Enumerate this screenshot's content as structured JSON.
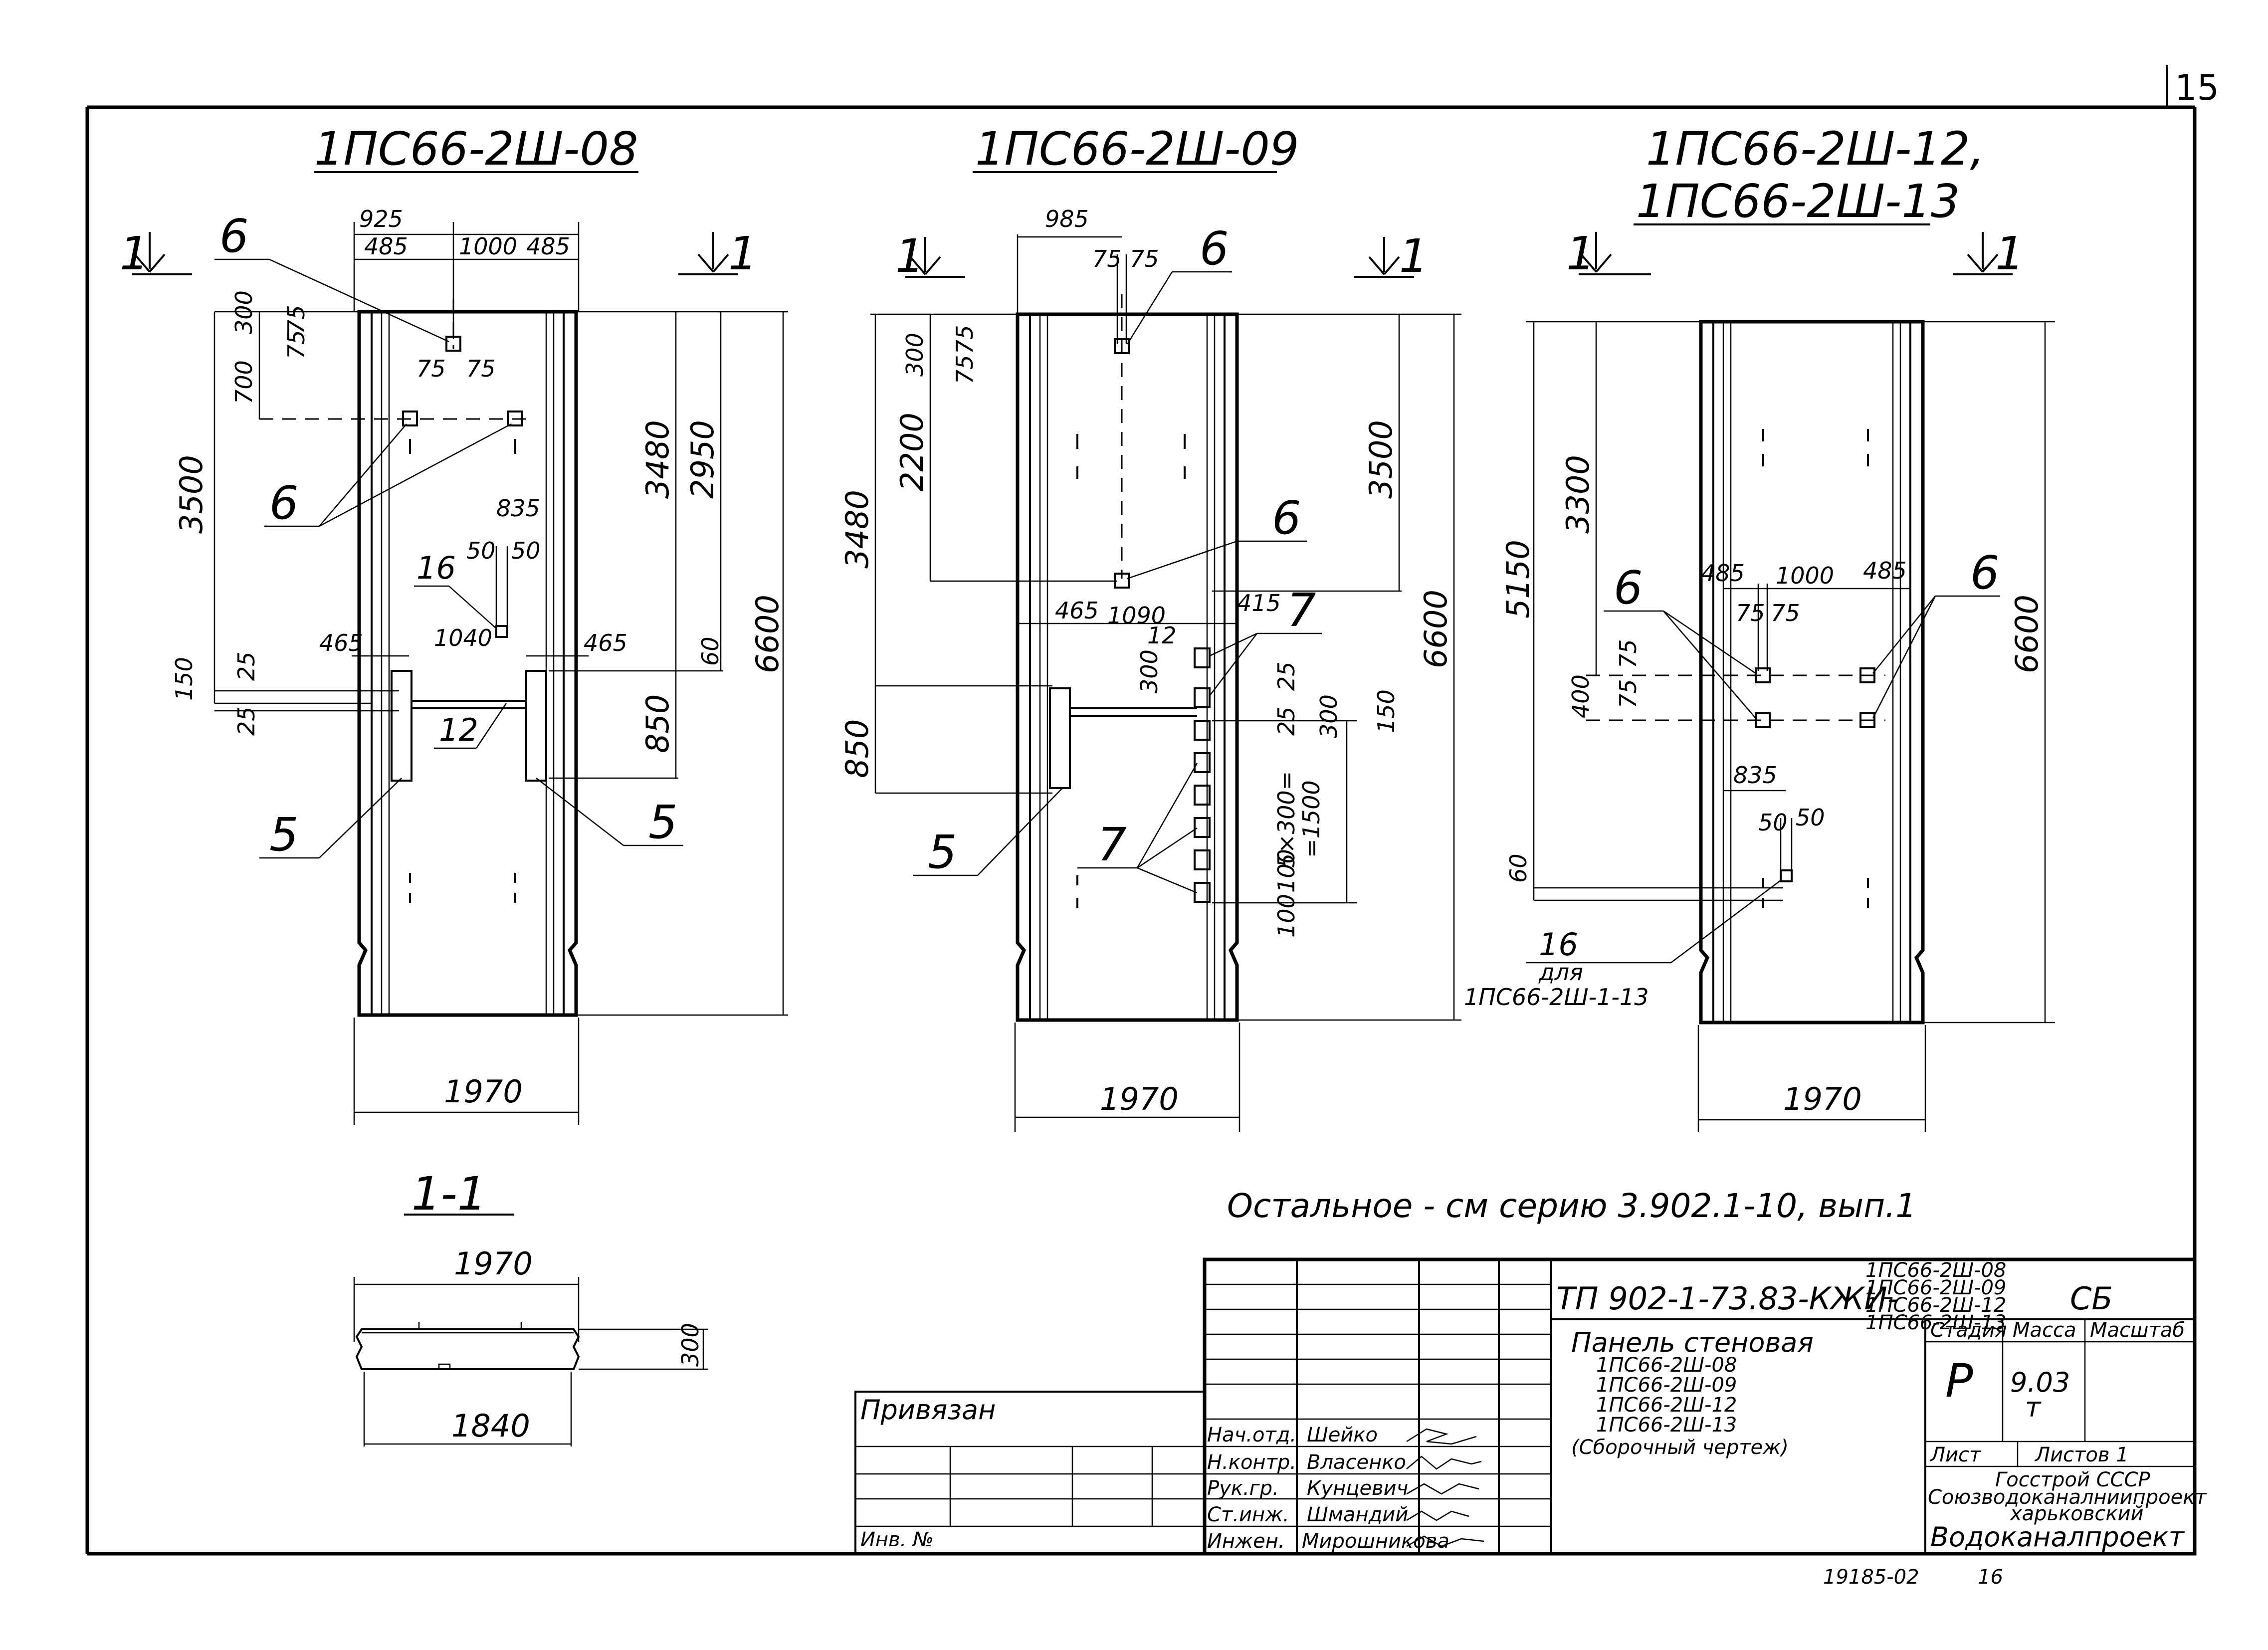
{
  "sheet": {
    "page_number": "15",
    "bottom_code": "19185-02",
    "bottom_page": "16"
  },
  "panels": [
    {
      "title": "1ПС66-2Ш-08",
      "section_mark_left": "1",
      "section_mark_right": "1",
      "dims": {
        "top_total": "925",
        "top_left": "485",
        "top_mid": "1000",
        "top_right": "485",
        "v300": "300",
        "v700": "700",
        "v3500": "3500",
        "v75a": "75",
        "v75b": "75",
        "h75a": "75",
        "h75b": "75",
        "v3480": "3480",
        "v2950": "2950",
        "v6600": "6600",
        "d835": "835",
        "d50a": "50",
        "d50b": "50",
        "d1040": "1040",
        "d465l": "465",
        "d465r": "465",
        "v60": "60",
        "v150": "150",
        "v25a": "25",
        "v25b": "25",
        "v850": "850",
        "bottom": "1970"
      },
      "marks": {
        "m6a": "6",
        "m6b": "6",
        "m16": "16",
        "m12": "12",
        "m5a": "5",
        "m5b": "5"
      }
    },
    {
      "title": "1ПС66-2Ш-09",
      "section_mark_left": "1",
      "section_mark_right": "1",
      "dims": {
        "top_total": "985",
        "h75a": "75",
        "h75b": "75",
        "v300": "300",
        "v75a": "75",
        "v75b": "75",
        "v2200": "2200",
        "v3480": "3480",
        "v3500": "3500",
        "v6600": "6600",
        "d465": "465",
        "d1090": "1090",
        "d415": "415",
        "d12": "12",
        "v300b": "300",
        "v25a": "25",
        "v25b": "25",
        "v300c": "300",
        "v150": "150",
        "v850": "850",
        "step": "5×300=",
        "step2": "=1500",
        "v100a": "100",
        "v100b": "100",
        "bottom": "1970"
      },
      "marks": {
        "m6a": "6",
        "m6b": "6",
        "m7a": "7",
        "m7b": "7",
        "m5": "5"
      }
    },
    {
      "title": "1ПС66-2Ш-12,",
      "title2": "1ПС66-2Ш-13",
      "section_mark_left": "1",
      "section_mark_right": "1",
      "dims": {
        "v3300": "3300",
        "v5150": "5150",
        "v6600": "6600",
        "d485l": "485",
        "d1000": "1000",
        "d485r": "485",
        "h75a": "75",
        "h75b": "75",
        "v75a": "75",
        "v75b": "75",
        "v400": "400",
        "d835": "835",
        "d50a": "50",
        "d50b": "50",
        "v60": "60",
        "bottom": "1970"
      },
      "marks": {
        "m6a": "6",
        "m6b": "6",
        "m16": "16",
        "note16a": "для",
        "note16b": "1ПС66-2Ш-1-13"
      }
    }
  ],
  "section": {
    "title": "1-1",
    "top": "1970",
    "bottom": "1840",
    "right": "300"
  },
  "note": "Остальное - см серию 3.902.1-10, вып.1",
  "titleblock": {
    "code": "ТП 902-1-73.83-КЖИ-",
    "code_items": [
      "1ПС66-2Ш-08",
      "1ПС66-2Ш-09",
      "1ПС66-2Ш-12",
      "1ПС66-2Ш-13"
    ],
    "code_suffix": "СБ",
    "name_lines": [
      "Панель стеновая",
      "1ПС66-2Ш-08",
      "1ПС66-2Ш-09",
      "1ПС66-2Ш-12",
      "1ПС66-2Ш-13",
      "(Сборочный чертеж)"
    ],
    "stage_label": "Стадия",
    "mass_label": "Масса",
    "scale_label": "Масштаб",
    "stage": "Р",
    "mass": "9.03",
    "mass_unit": "т",
    "sheet_label": "Лист",
    "sheets_label": "Листов 1",
    "org_lines": [
      "Госстрой СССР",
      "Союзводоканалниипроект",
      "харьковский",
      "Водоканалпроект"
    ],
    "bound": "Привязан",
    "inv": "Инв. №",
    "staff": [
      {
        "role": "Нач.отд.",
        "name": "Шейко"
      },
      {
        "role": "Н.контр.",
        "name": "Власенко"
      },
      {
        "role": "Рук.гр.",
        "name": "Кунцевич"
      },
      {
        "role": "Ст.инж.",
        "name": "Шмандий"
      },
      {
        "role": "Инжен.",
        "name": "Мирошникова"
      }
    ]
  }
}
